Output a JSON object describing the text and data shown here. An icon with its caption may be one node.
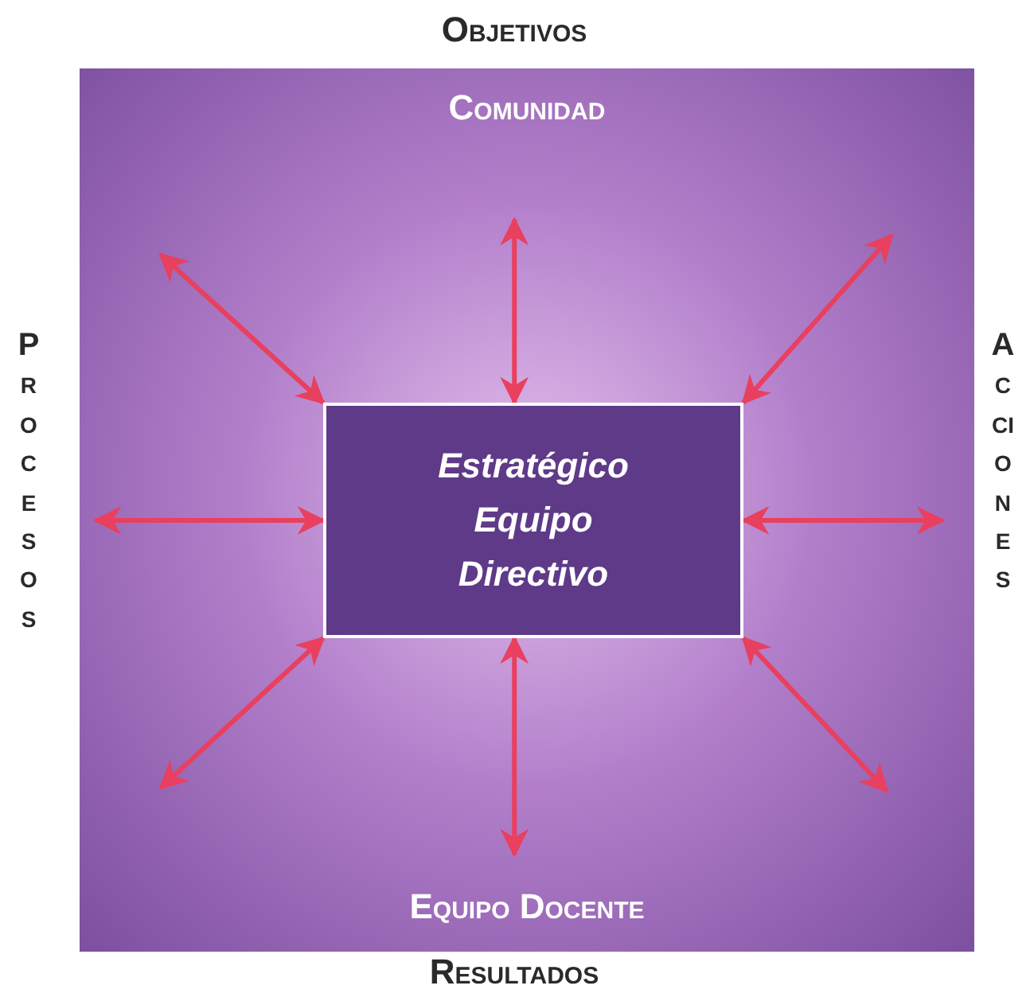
{
  "diagram": {
    "nodes": [
      {
        "text": [
          "Comunidad",
          "Equipo Docente"
        ]
      },
      {
        "text": [
          "Estratégico Equipo Directivo"
        ],
        "in": 0
      }
    ],
    "edges": [
      {
        "from": 1,
        "to": null,
        "arrow": "both"
      },
      {
        "from": 1,
        "to": null,
        "arrow": "both"
      },
      {
        "from": 1,
        "to": null,
        "arrow": "both"
      },
      {
        "from": 1,
        "to": null,
        "arrow": "both"
      },
      {
        "from": 1,
        "to": null,
        "arrow": "both"
      },
      {
        "from": 1,
        "to": null,
        "arrow": "both"
      },
      {
        "from": 1,
        "to": null,
        "arrow": "both"
      },
      {
        "from": 1,
        "to": null,
        "arrow": "both"
      }
    ],
    "labels": [
      "Objetivos",
      "Procesos",
      "Acciones",
      "Resultados"
    ]
  }
}
